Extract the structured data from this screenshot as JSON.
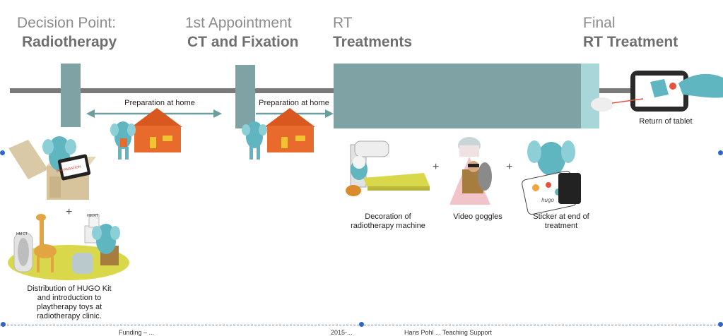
{
  "phases": [
    {
      "line1": "Decision Point:",
      "line2": "Radiotherapy"
    },
    {
      "line1": "1st Appointment",
      "line2": "CT and Fixation"
    },
    {
      "line1": "RT",
      "line2": "Treatments"
    },
    {
      "line1": "Final",
      "line2": "RT Treatment"
    }
  ],
  "arrows": [
    "Preparation at home",
    "Preparation at home"
  ],
  "captions": {
    "distribution": "Distribution of HUGO Kit and introduction to playtherapy toys at radiotherapy clinic.",
    "decoration": "Decoration of radiotherapy machine",
    "goggles": "Video goggles",
    "sticker": "Sticker at end of treatment",
    "tablet": "Return of tablet"
  },
  "labels": {
    "kit_box": "PREPARATION",
    "ct": "HM CT",
    "rt": "HM RT",
    "sticker_brand": "hugo"
  },
  "footer": [
    "Funding – ...",
    "2015-...",
    "Hans Pohl ... Teaching Support"
  ],
  "colors": {
    "timeline": "#7a7a7a",
    "teal": "#7fa3a4",
    "teal_light": "#a9d6d8",
    "elephant": "#5fb5c0",
    "house": "#e86b2d",
    "arrow": "#6b9e9e",
    "floor": "#d9d84a"
  }
}
